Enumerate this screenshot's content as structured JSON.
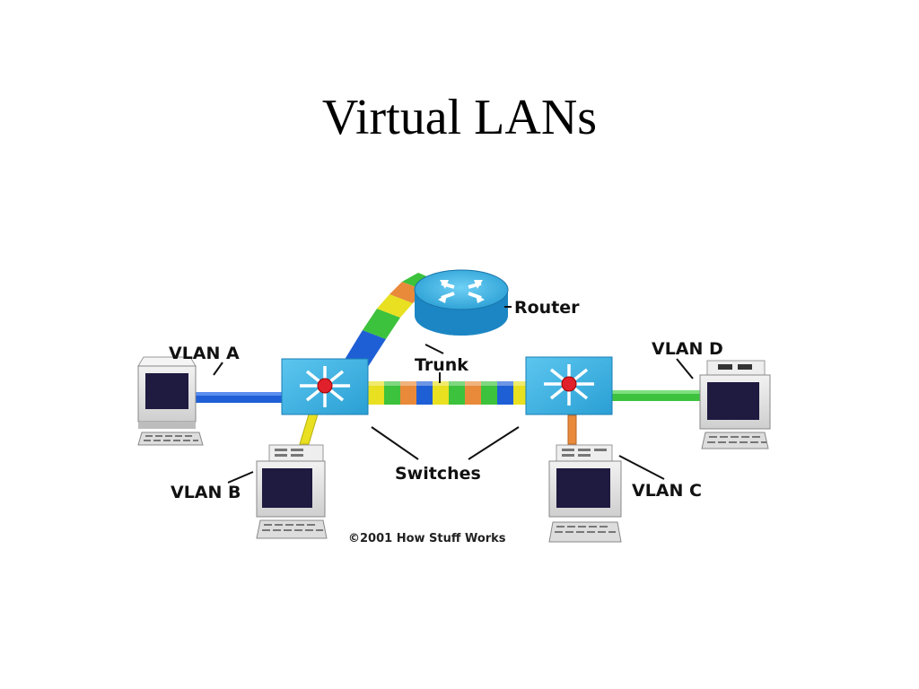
{
  "slide": {
    "title": "Virtual LANs"
  },
  "diagram": {
    "labels": {
      "router": "Router",
      "trunk": "Trunk",
      "switches": "Switches",
      "vlan_a": "VLAN A",
      "vlan_b": "VLAN B",
      "vlan_c": "VLAN C",
      "vlan_d": "VLAN D",
      "credit": "©2001 How Stuff Works"
    },
    "colors": {
      "vlan_a": "#1f5fd6",
      "vlan_b": "#e8e020",
      "vlan_c": "#e88a3a",
      "vlan_d": "#3cc23c",
      "switch_blue": "#27a3d8",
      "router_blue": "#1f8fd0"
    }
  }
}
